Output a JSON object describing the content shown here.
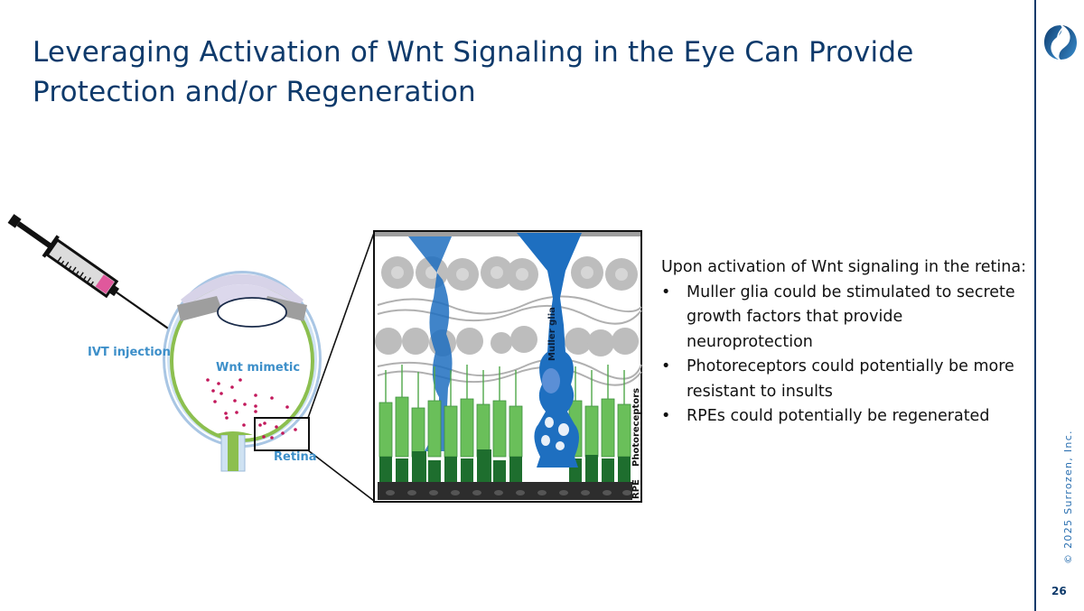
{
  "slide": {
    "title_lines": [
      "Leveraging Activation of Wnt Signaling in the Eye Can Provide",
      "Protection and/or Regeneration"
    ],
    "copyright": "© 2025 Surrozen, Inc.",
    "page_number": "26",
    "brand_color": "#0e3a6b",
    "logo": "surrozen-swirl-logo"
  },
  "diagram": {
    "labels": {
      "ivt_injection": "IVT injection",
      "wnt_mimetic": "Wnt mimetic",
      "retina": "Retina",
      "muller_glia": "Muller glia",
      "photoreceptors": "Photoreceptors",
      "rpe": "RPE"
    },
    "colors": {
      "label_blue": "#3d8fc9",
      "muller_blue": "#1e6fc0",
      "photoreceptor_green": "#6abf5a",
      "dark_green": "#1e6e2e",
      "particle_magenta": "#c2185b",
      "retina_gray": "#bdbdbd"
    }
  },
  "text_panel": {
    "intro": "Upon activation of Wnt signaling in the retina:",
    "bullet_glyph": "•",
    "bullets": [
      "Muller glia could be stimulated to secrete growth factors that provide neuroprotection",
      "Photoreceptors could potentially be more resistant to insults",
      "RPEs could potentially be regenerated"
    ]
  }
}
